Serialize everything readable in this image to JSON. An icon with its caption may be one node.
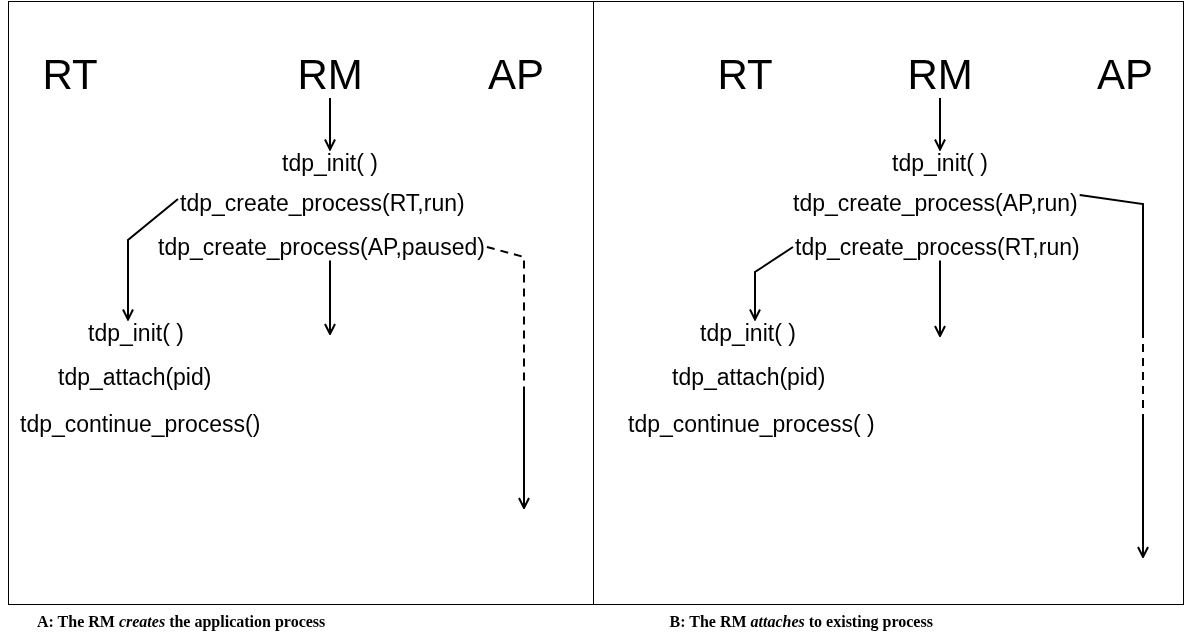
{
  "diagram": {
    "nodes": [
      {
        "text": [
          "A: The RM *creates* the application process"
        ]
      },
      {
        "text": [
          "RT"
        ],
        "in": 0
      },
      {
        "text": [
          "RM"
        ],
        "in": 0
      },
      {
        "text": [
          "AP"
        ],
        "in": 0
      },
      {
        "text": [
          "tdp_init( )"
        ],
        "in": 0
      },
      {
        "text": [
          "tdp_create_process(RT,run)"
        ],
        "in": 0
      },
      {
        "text": [
          "tdp_create_process(AP,paused)"
        ],
        "in": 0
      },
      {
        "text": [
          "tdp_init( )"
        ],
        "in": 0
      },
      {
        "text": [
          "tdp_attach(pid)"
        ],
        "in": 0
      },
      {
        "text": [
          "tdp_continue_process()"
        ],
        "in": 0
      },
      {
        "text": [
          "B: The RM *attaches* to existing process"
        ]
      },
      {
        "text": [
          "RT"
        ],
        "in": 10
      },
      {
        "text": [
          "RM"
        ],
        "in": 10
      },
      {
        "text": [
          "AP"
        ],
        "in": 10
      },
      {
        "text": [
          "tdp_init( )"
        ],
        "in": 10
      },
      {
        "text": [
          "tdp_create_process(AP,run)"
        ],
        "in": 10
      },
      {
        "text": [
          "tdp_create_process(RT,run)"
        ],
        "in": 10
      },
      {
        "text": [
          "tdp_init( )"
        ],
        "in": 10
      },
      {
        "text": [
          "tdp_attach(pid)"
        ],
        "in": 10
      },
      {
        "text": [
          "tdp_continue_process( )"
        ],
        "in": 10
      }
    ],
    "edges": [
      {
        "from": 2,
        "to": 4,
        "arrow": "to"
      },
      {
        "from": 5,
        "to": 7,
        "arrow": "to"
      },
      {
        "from": 6,
        "to": null,
        "arrow": "to"
      },
      {
        "from": 6,
        "to": null,
        "arrow": "to",
        "style": "dashed"
      },
      {
        "from": 12,
        "to": 14,
        "arrow": "to"
      },
      {
        "from": 15,
        "to": null,
        "arrow": "to",
        "style": "dashed"
      },
      {
        "from": 16,
        "to": 17,
        "arrow": "to"
      },
      {
        "from": 16,
        "to": null,
        "arrow": "to"
      }
    ]
  }
}
